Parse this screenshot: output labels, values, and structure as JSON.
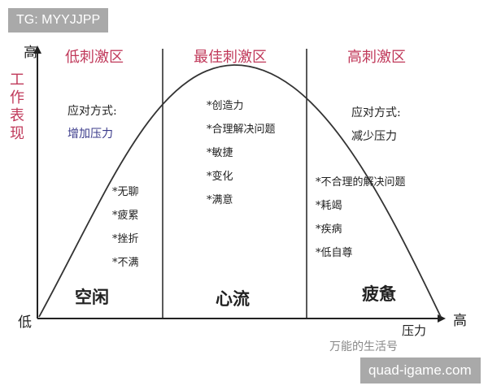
{
  "watermark_top": "TG: MYYJJPP",
  "watermark_bottom": "quad-igame.com",
  "watermark_mid": "万能的生活号",
  "axes": {
    "y_label": "工作表现",
    "y_high": "高",
    "y_low": "低",
    "x_high": "高",
    "x_label": "压力"
  },
  "zones": [
    {
      "title": "低刺激区",
      "strategy_label": "应对方式:",
      "strategy": "增加压力",
      "items": [
        "*无聊",
        "*疲累",
        "*挫折",
        "*不满"
      ],
      "state": "空闲"
    },
    {
      "title": "最佳刺激区",
      "items": [
        "*创造力",
        "*合理解决问题",
        "*敏捷",
        "*变化",
        "*满意"
      ],
      "state": "心流"
    },
    {
      "title": "高刺激区",
      "strategy_label": "应对方式:",
      "strategy": "减少压力",
      "items": [
        "*不合理的解决问题",
        "*耗竭",
        "*疾病",
        "*低自尊"
      ],
      "state": "疲惫"
    }
  ],
  "colors": {
    "title": "#c0395a",
    "strategy_up": "#3a3a8a"
  }
}
